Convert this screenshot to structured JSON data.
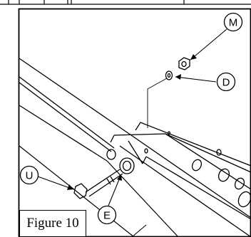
{
  "figure": {
    "caption": "Figure 10"
  },
  "callouts": [
    {
      "id": "M",
      "label": "M"
    },
    {
      "id": "D",
      "label": "D"
    },
    {
      "id": "U",
      "label": "U"
    },
    {
      "id": "E",
      "label": "E"
    }
  ]
}
